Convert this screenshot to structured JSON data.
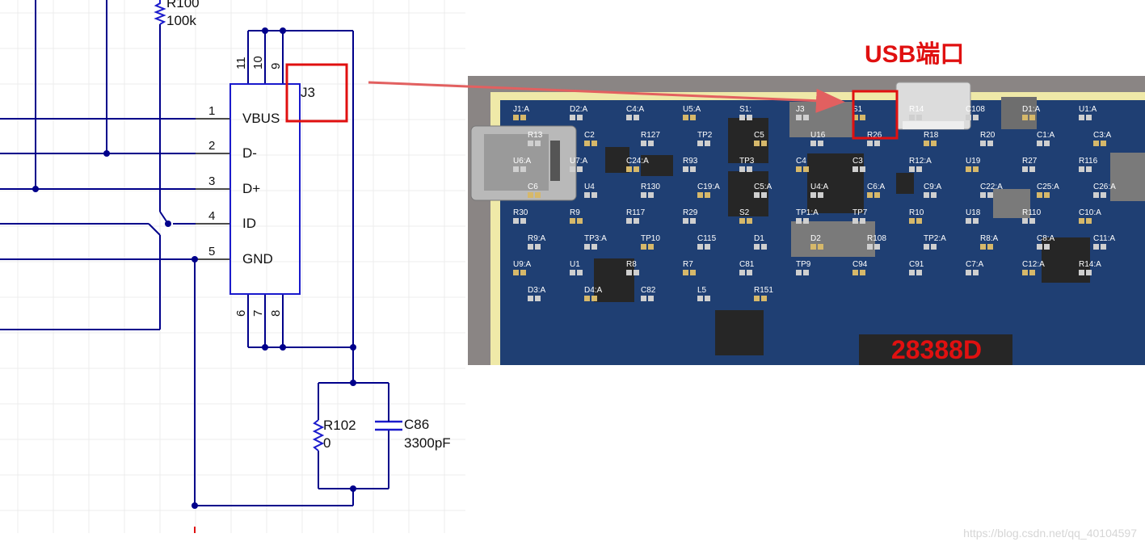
{
  "colors": {
    "wire": "#00008b",
    "component": "#1a1acc",
    "highlight": "#e01010",
    "pcb_board": "#1f3f73",
    "pcb_edge": "#efe9a8",
    "grid": "#ececec"
  },
  "schematic": {
    "resistor_top": {
      "designator": "R100",
      "value": "100k"
    },
    "connector": {
      "designator": "J3",
      "pins": [
        {
          "num": "1",
          "name": "VBUS"
        },
        {
          "num": "2",
          "name": "D-"
        },
        {
          "num": "3",
          "name": "D+"
        },
        {
          "num": "4",
          "name": "ID"
        },
        {
          "num": "5",
          "name": "GND"
        }
      ],
      "top_pins": [
        "11",
        "10",
        "9"
      ],
      "bottom_pins": [
        "6",
        "7",
        "8"
      ]
    },
    "resistor_bottom": {
      "designator": "R102",
      "value": "0"
    },
    "capacitor": {
      "designator": "C86",
      "value": "3300pF"
    }
  },
  "annotation": {
    "title": "USB端口"
  },
  "pcb": {
    "chip_marking": "28388D",
    "labels": [
      "J1:A",
      "D2:A",
      "C4:A",
      "U5:A",
      "S1:",
      "J3",
      "S1",
      "R14",
      "C108",
      "D1:A",
      "U1:A",
      "R13",
      "C2",
      "R127",
      "TP2",
      "C5",
      "U16",
      "R26",
      "R18",
      "R20",
      "C1:A",
      "C3:A",
      "U6:A",
      "U7:A",
      "C24:A",
      "R93",
      "TP3",
      "C4",
      "C3",
      "R12:A",
      "U19",
      "R27",
      "R116",
      "C6",
      "U4",
      "R130",
      "C19:A",
      "C5:A",
      "U4:A",
      "C6:A",
      "C9:A",
      "C22:A",
      "C25:A",
      "C26:A",
      "R30",
      "R9",
      "R117",
      "R29",
      "S2",
      "TP1:A",
      "TP7",
      "R10",
      "U18",
      "R110",
      "C10:A",
      "R9:A",
      "TP3:A",
      "TP10",
      "C115",
      "D1",
      "D2",
      "R108",
      "TP2:A",
      "R8:A",
      "C8:A",
      "C11:A",
      "U9:A",
      "U1",
      "R8",
      "R7",
      "C81",
      "TP9",
      "C94",
      "C91",
      "C7:A",
      "C12:A",
      "R14:A",
      "D3:A",
      "D4:A",
      "C82",
      "L5",
      "R151"
    ]
  },
  "watermark": "https://blog.csdn.net/qq_40104597"
}
